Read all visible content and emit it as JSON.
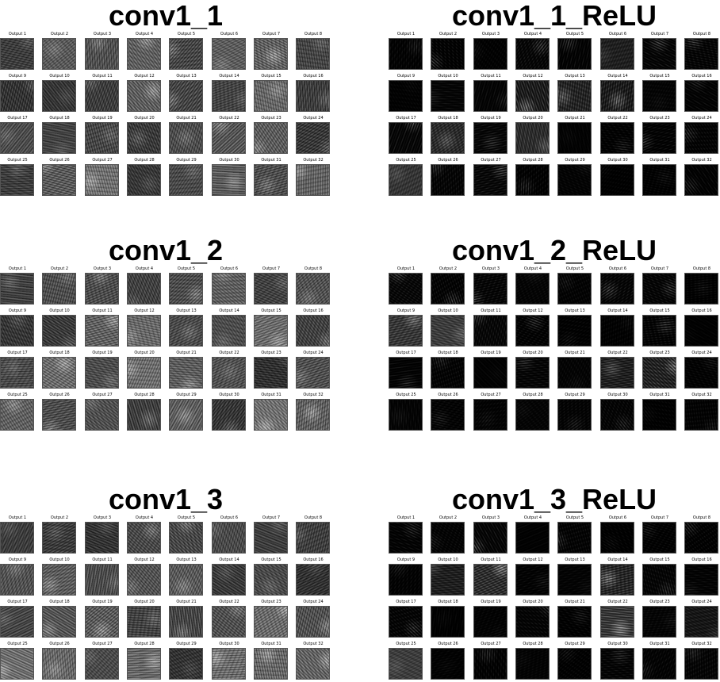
{
  "panels": [
    {
      "title": "conv1_1"
    },
    {
      "title": "conv1_1_ReLU"
    },
    {
      "title": "conv1_2"
    },
    {
      "title": "conv1_2_ReLU"
    },
    {
      "title": "conv1_3"
    },
    {
      "title": "conv1_3_ReLU"
    }
  ],
  "output_labels": [
    "Output 1",
    "Output 2",
    "Output 3",
    "Output 4",
    "Output 5",
    "Output 6",
    "Output 7",
    "Output 8",
    "Output 9",
    "Output 10",
    "Output 11",
    "Output 12",
    "Output 13",
    "Output 14",
    "Output 15",
    "Output 16",
    "Output 17",
    "Output 18",
    "Output 19",
    "Output 20",
    "Output 21",
    "Output 22",
    "Output 23",
    "Output 24",
    "Output 25",
    "Output 26",
    "Output 27",
    "Output 28",
    "Output 29",
    "Output 30",
    "Output 31",
    "Output 32"
  ],
  "colors": {
    "background": "#ffffff",
    "text": "#000000"
  }
}
